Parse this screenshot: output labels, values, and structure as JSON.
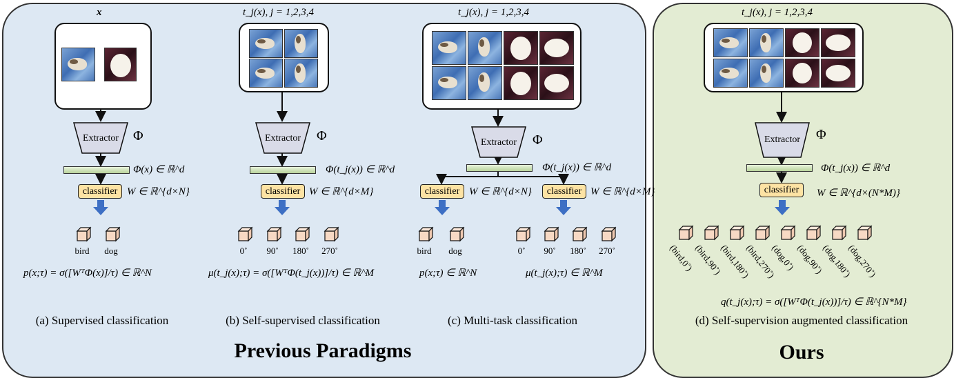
{
  "panels": {
    "previous_title": "Previous Paradigms",
    "ours_title": "Ours"
  },
  "extractor_label": "Extractor",
  "phi_symbol": "Φ",
  "classifier_label": "classifier",
  "a": {
    "input_label": "x",
    "feature": "Φ(x) ∈ ℝ^d",
    "weight": "W ∈ ℝ^{d×N}",
    "outputs": [
      "bird",
      "dog"
    ],
    "formula": "p(x;τ) = σ([WᵀΦ(x)]/τ) ∈ ℝ^N",
    "caption": "(a) Supervised classification"
  },
  "b": {
    "input_label": "t_j(x), j = 1,2,3,4",
    "feature": "Φ(t_j(x)) ∈ ℝ^d",
    "weight": "W ∈ ℝ^{d×M}",
    "outputs": [
      "0˚",
      "90˚",
      "180˚",
      "270˚"
    ],
    "formula": "μ(t_j(x);τ) = σ([WᵀΦ(t_j(x))]/τ) ∈ ℝ^M",
    "caption": "(b) Self-supervised classification"
  },
  "c": {
    "input_label": "t_j(x), j = 1,2,3,4",
    "feature": "Φ(t_j(x)) ∈ ℝ^d",
    "weight_left": "W ∈ ℝ^{d×N}",
    "weight_right": "W ∈ ℝ^{d×M}",
    "outputs_left": [
      "bird",
      "dog"
    ],
    "outputs_right": [
      "0˚",
      "90˚",
      "180˚",
      "270˚"
    ],
    "formula_left": "p(x;τ) ∈ ℝ^N",
    "formula_right": "μ(t_j(x);τ) ∈ ℝ^M",
    "caption": "(c) Multi-task classification"
  },
  "d": {
    "input_label": "t_j(x), j = 1,2,3,4",
    "feature": "Φ(t_j(x)) ∈ ℝ^d",
    "weight": "W ∈ ℝ^{d×(N*M)}",
    "outputs": [
      "(bird,0˚)",
      "(bird,90˚)",
      "(bird,180˚)",
      "(bird,270˚)",
      "(dog,0˚)",
      "(dog,90˚)",
      "(dog,180˚)",
      "(dog,270˚)"
    ],
    "formula": "q(t_j(x);τ) = σ([WᵀΦ(t_j(x))]/τ) ∈ ℝ^{N*M}",
    "caption": "(d) Self-supervision augmented classification"
  },
  "colors": {
    "previous_bg": "#dde8f3",
    "ours_bg": "#e3ecd3",
    "classifier_fill": "#fde3a4",
    "cube_fill": "#f7d9c4",
    "arrow_blue": "#3d6fc4",
    "feature_fill": "#c9dfb0"
  }
}
